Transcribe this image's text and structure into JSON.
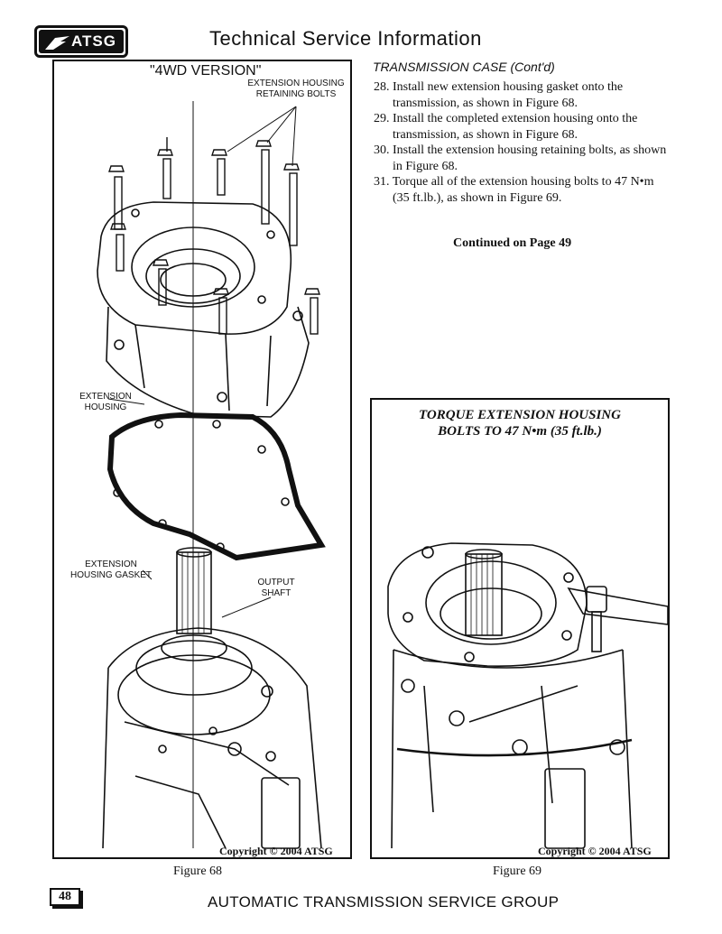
{
  "header": {
    "logo_text": "ATSG",
    "title": "Technical Service Information"
  },
  "figure68": {
    "heading": "\"4WD VERSION\"",
    "callouts": {
      "retaining_bolts": "EXTENSION HOUSING\nRETAINING BOLTS",
      "extension_housing": "EXTENSION\nHOUSING",
      "gasket": "EXTENSION\nHOUSING GASKET",
      "output_shaft": "OUTPUT\nSHAFT"
    },
    "copyright": "Copyright © 2004 ATSG",
    "caption": "Figure 68"
  },
  "content": {
    "section_heading": "TRANSMISSION CASE (Cont'd)",
    "steps": [
      "28. Install new extension housing gasket onto the transmission, as shown in Figure 68.",
      "29. Install the completed extension housing onto the transmission, as shown in Figure 68.",
      "30. Install the extension housing retaining bolts, as shown in Figure 68.",
      "31. Torque all of the extension housing bolts to 47 N•m (35 ft.lb.), as shown in Figure 69."
    ],
    "continued": "Continued on Page 49"
  },
  "figure69": {
    "title_line1": "TORQUE EXTENSION HOUSING",
    "title_line2": "BOLTS TO 47 N•m (35 ft.lb.)",
    "copyright": "Copyright © 2004 ATSG",
    "caption": "Figure 69"
  },
  "footer": {
    "page_number": "48",
    "organization": "AUTOMATIC TRANSMISSION SERVICE GROUP"
  }
}
